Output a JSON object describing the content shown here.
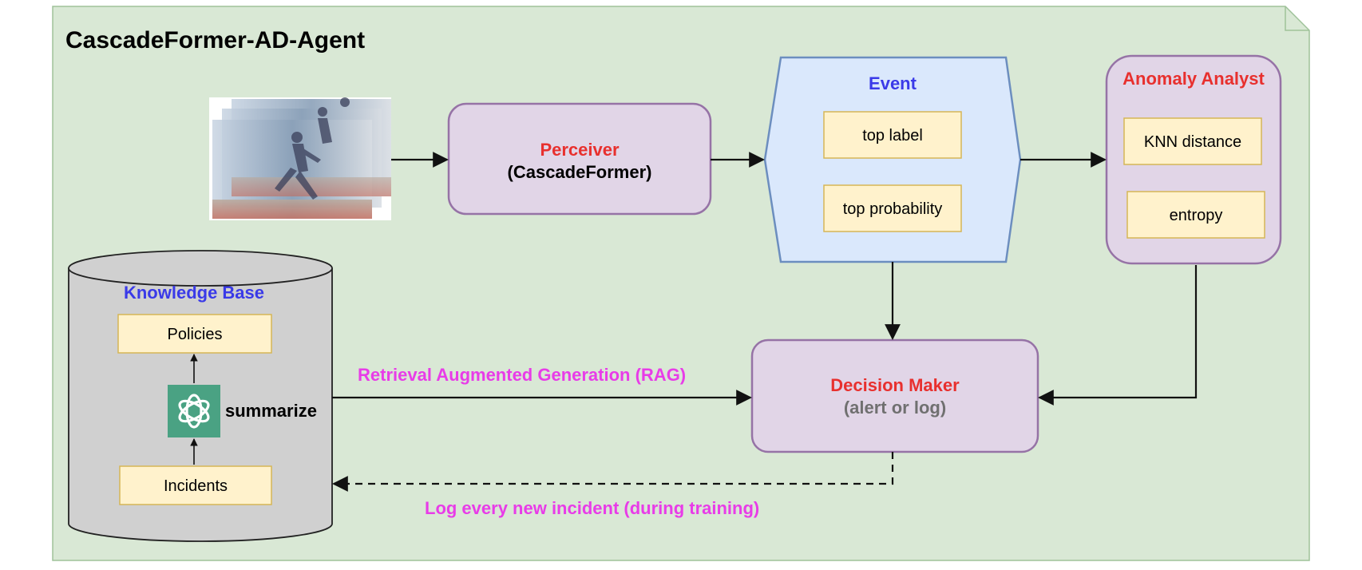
{
  "title": "CascadeFormer-AD-Agent",
  "perceiver": {
    "title": "Perceiver",
    "subtitle": "(CascadeFormer)"
  },
  "event": {
    "title": "Event",
    "items": [
      "top label",
      "top probability"
    ]
  },
  "anomaly_analyst": {
    "title": "Anomaly Analyst",
    "items": [
      "KNN distance",
      "entropy"
    ]
  },
  "knowledge_base": {
    "title": "Knowledge Base",
    "policies": "Policies",
    "incidents": "Incidents",
    "summarize": "summarize"
  },
  "decision_maker": {
    "title": "Decision Maker",
    "subtitle": "(alert or log)"
  },
  "edges": {
    "rag_label": "Retrieval Augmented Generation (RAG)",
    "log_label": "Log every new incident (during training)"
  },
  "colors": {
    "panel_fill": "#d9e8d5",
    "panel_stroke": "#9fc29a",
    "purple_fill": "#e1d5e7",
    "purple_stroke": "#9673a6",
    "blue_fill": "#dae8fc",
    "blue_stroke": "#6c8ebf",
    "yellow_fill": "#fff2cc",
    "yellow_stroke": "#d6b656",
    "cylinder_fill": "#d0d0d0",
    "red_text": "#e8302e",
    "blue_text": "#3a3ae8",
    "magenta_text": "#e83ce8",
    "gray_text": "#707070",
    "openai_green": "#4aa283"
  },
  "icons": {
    "frames": "video-frames-thumbnail",
    "summarize": "openai-knot-icon"
  }
}
